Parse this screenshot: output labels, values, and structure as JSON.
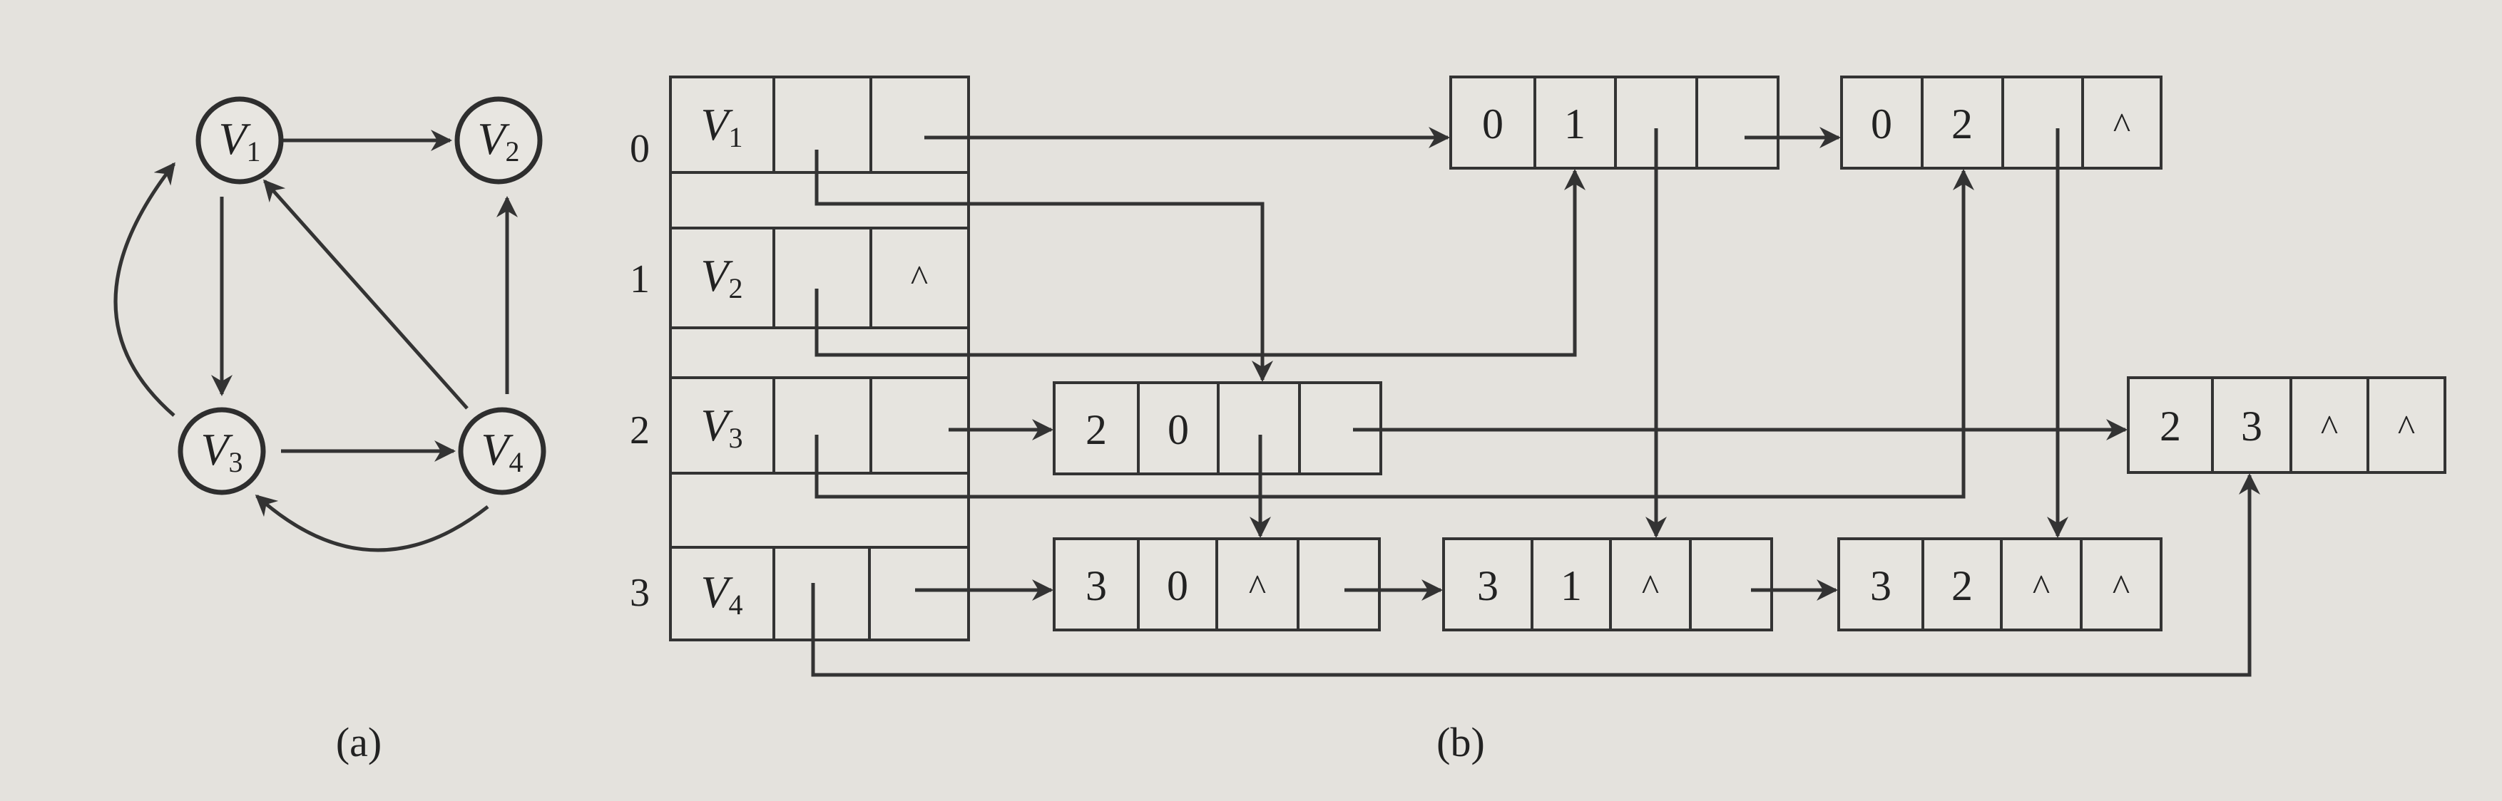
{
  "graph": {
    "vertices": [
      {
        "id": "V1",
        "label": "V",
        "sub": "1"
      },
      {
        "id": "V2",
        "label": "V",
        "sub": "2"
      },
      {
        "id": "V3",
        "label": "V",
        "sub": "3"
      },
      {
        "id": "V4",
        "label": "V",
        "sub": "4"
      }
    ],
    "edges": [
      {
        "from": "V1",
        "to": "V2"
      },
      {
        "from": "V1",
        "to": "V3"
      },
      {
        "from": "V3",
        "to": "V1"
      },
      {
        "from": "V3",
        "to": "V4"
      },
      {
        "from": "V4",
        "to": "V1"
      },
      {
        "from": "V4",
        "to": "V2"
      },
      {
        "from": "V4",
        "to": "V3"
      }
    ],
    "caption": "(a)"
  },
  "orthogonal_list": {
    "caption": "(b)",
    "head_nodes": [
      {
        "index": "0",
        "vertex": "V",
        "sub": "1",
        "firstin": "",
        "firstout": ""
      },
      {
        "index": "1",
        "vertex": "V",
        "sub": "2",
        "firstin": "",
        "firstout": "^"
      },
      {
        "index": "2",
        "vertex": "V",
        "sub": "3",
        "firstin": "",
        "firstout": ""
      },
      {
        "index": "3",
        "vertex": "V",
        "sub": "4",
        "firstin": "",
        "firstout": ""
      }
    ],
    "arc_nodes": [
      {
        "id": "a01",
        "tail": "0",
        "head": "1",
        "hlink": "",
        "tlink": ""
      },
      {
        "id": "a02",
        "tail": "0",
        "head": "2",
        "hlink": "",
        "tlink": "^"
      },
      {
        "id": "a20",
        "tail": "2",
        "head": "0",
        "hlink": "",
        "tlink": ""
      },
      {
        "id": "a23",
        "tail": "2",
        "head": "3",
        "hlink": "^",
        "tlink": "^"
      },
      {
        "id": "a30",
        "tail": "3",
        "head": "0",
        "hlink": "^",
        "tlink": ""
      },
      {
        "id": "a31",
        "tail": "3",
        "head": "1",
        "hlink": "^",
        "tlink": ""
      },
      {
        "id": "a32",
        "tail": "3",
        "head": "2",
        "hlink": "^",
        "tlink": "^"
      }
    ]
  }
}
